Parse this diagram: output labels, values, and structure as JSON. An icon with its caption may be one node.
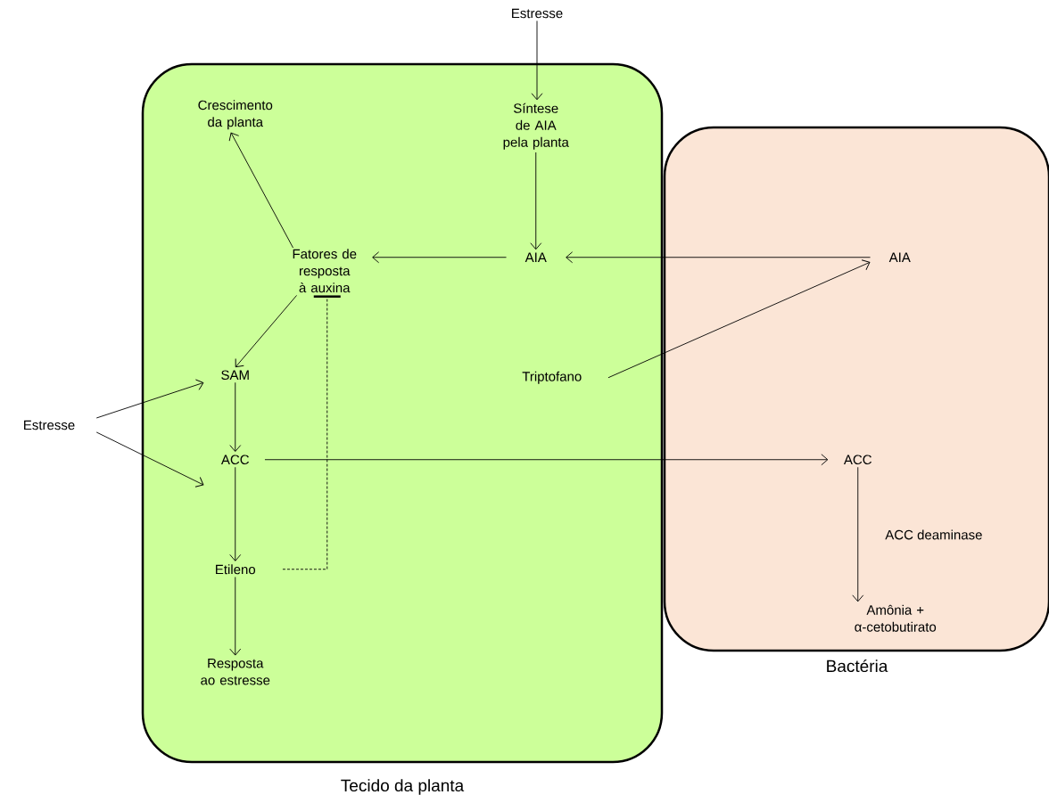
{
  "diagram": {
    "nodes": [
      {
        "text": [
          "Tecido da planta"
        ]
      },
      {
        "text": [
          "Bactéria"
        ]
      },
      {
        "text": [
          "Estresse"
        ]
      },
      {
        "text": [
          "Síntese de AIA pela planta"
        ],
        "in": 0
      },
      {
        "text": [
          "Crescimento da planta"
        ],
        "in": 0
      },
      {
        "text": [
          "Fatores de resposta à auxina"
        ],
        "in": 0
      },
      {
        "text": [
          "AIA"
        ],
        "in": 0
      },
      {
        "text": [
          "AIA"
        ],
        "in": 1
      },
      {
        "text": [
          "Triptofano"
        ],
        "in": 0
      },
      {
        "text": [
          "SAM"
        ],
        "in": 0
      },
      {
        "text": [
          "Estresse"
        ]
      },
      {
        "text": [
          "ACC"
        ],
        "in": 0
      },
      {
        "text": [
          "ACC"
        ],
        "in": 1
      },
      {
        "text": [
          "Etileno"
        ],
        "in": 0
      },
      {
        "text": [
          "Amônia + α-cetobutirato"
        ],
        "in": 1
      },
      {
        "text": [
          "Resposta ao estresse"
        ],
        "in": 0
      }
    ],
    "edges": [
      {
        "from": 2,
        "to": 3,
        "arrow": "to"
      },
      {
        "from": 3,
        "to": 6,
        "arrow": "to"
      },
      {
        "from": 6,
        "to": 5,
        "arrow": "to"
      },
      {
        "from": 7,
        "to": 6,
        "arrow": "to"
      },
      {
        "from": 8,
        "to": 7,
        "arrow": "to"
      },
      {
        "from": 5,
        "to": 4,
        "arrow": "to"
      },
      {
        "from": 5,
        "to": 9,
        "arrow": "to"
      },
      {
        "from": 10,
        "to": 9,
        "arrow": "to"
      },
      {
        "from": 10,
        "to": 11,
        "arrow": "to"
      },
      {
        "from": 9,
        "to": 11,
        "arrow": "to"
      },
      {
        "from": 11,
        "to": 13,
        "arrow": "to"
      },
      {
        "from": 13,
        "to": 15,
        "arrow": "to"
      },
      {
        "from": 11,
        "to": 12,
        "arrow": "to"
      },
      {
        "from": 12,
        "to": 14,
        "label": "ACC deaminase",
        "arrow": "to"
      },
      {
        "from": 13,
        "to": 5,
        "arrow": "other",
        "style": "dashed"
      }
    ]
  }
}
